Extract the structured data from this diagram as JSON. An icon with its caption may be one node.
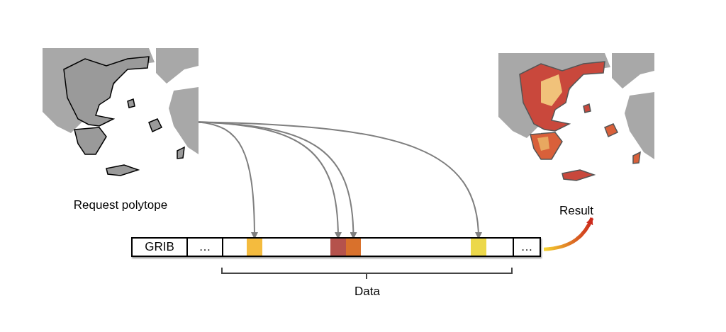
{
  "diagram": {
    "nodes": [
      {
        "text": [],
        "shape": "picture",
        "beside": [
          "Request polytope"
        ]
      },
      {
        "text": [],
        "shape": "box"
      },
      {
        "text": [
          "GRIB"
        ],
        "in": 1
      },
      {
        "text": [
          "…"
        ],
        "in": 1
      },
      {
        "text": [],
        "shape": "box",
        "in": 1
      },
      {
        "text": [],
        "shape": "box",
        "in": 1
      },
      {
        "text": [],
        "shape": "box",
        "in": 1
      },
      {
        "text": [],
        "shape": "box",
        "in": 1
      },
      {
        "text": [
          "…"
        ],
        "in": 1
      },
      {
        "text": [],
        "shape": "picture",
        "beside": [
          "Result"
        ]
      }
    ],
    "edges": [
      {
        "from": 0,
        "to": 4,
        "arrow": "to"
      },
      {
        "from": 0,
        "to": 5,
        "arrow": "to"
      },
      {
        "from": 0,
        "to": 6,
        "arrow": "to"
      },
      {
        "from": 0,
        "to": 7,
        "arrow": "to"
      },
      {
        "from": 1,
        "to": 9,
        "arrow": "to",
        "style": "thick",
        "color": "#cc2a1c"
      }
    ],
    "labels": [
      "Data"
    ]
  }
}
